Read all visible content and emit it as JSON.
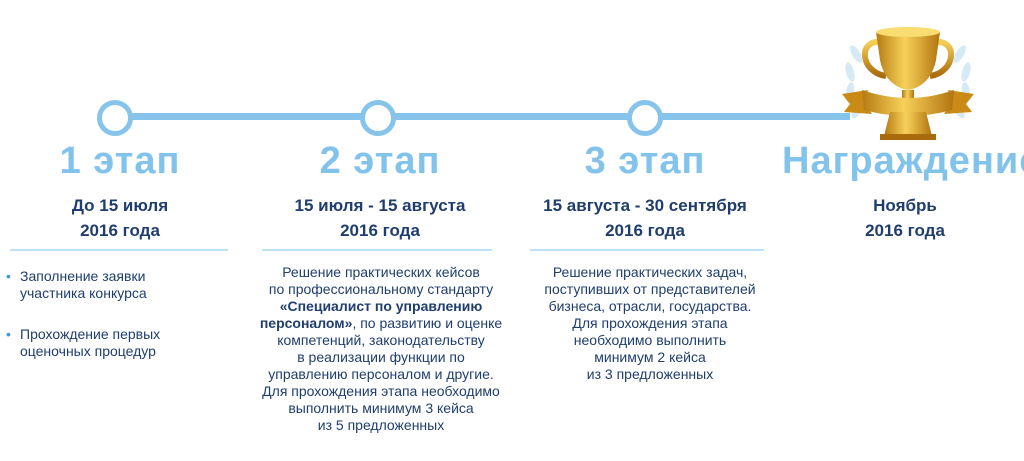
{
  "stages": [
    {
      "title": "1 этап",
      "date_line1": "До 15 июля",
      "date_line2": "2016 года"
    },
    {
      "title": "2 этап",
      "date_line1": "15 июля - 15 августа",
      "date_line2": "2016 года"
    },
    {
      "title": "3 этап",
      "date_line1": "15 августа - 30 сентября",
      "date_line2": "2016 года"
    },
    {
      "title": "Награждение",
      "date_line1": "Ноябрь",
      "date_line2": "2016 года"
    }
  ],
  "stage1_bullets": [
    "Заполнение заявки\nучастника конкурса",
    "Прохождение первых\nоценочных процедур"
  ],
  "stage2_desc": {
    "l1": "Решение практических кейсов",
    "l2": "по профессиональному стандарту",
    "l3_bold": "«Специалист по управлению",
    "l4_bold": "персоналом»",
    "l4_rest": ", по развитию и оценке",
    "l5": "компетенций, законодательству",
    "l6": "в реализации функции по",
    "l7": "управлению персоналом и другие.",
    "l8": "Для прохождения этапа необходимо",
    "l9": "выполнить минимум 3 кейса",
    "l10": "из 5 предложенных"
  },
  "stage3_desc": [
    "Решение практических задач,",
    "поступивших от представителей",
    "бизнеса, отрасли, государства.",
    "Для прохождения этапа",
    "необходимо выполнить",
    "минимум 2 кейса",
    "из  3 предложенных"
  ],
  "colors": {
    "accent": "#82c3ec",
    "text": "#1f3e6d",
    "gold": "#d9a62a"
  }
}
